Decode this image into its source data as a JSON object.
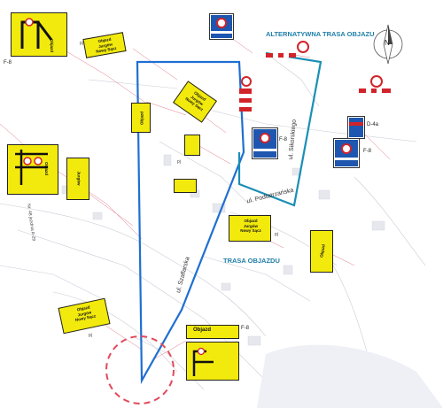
{
  "route_labels": {
    "alternative": "ALTERNATYWNA TRASA OBJAZU",
    "detour": "TRASA OBJAZDU"
  },
  "streets": {
    "podhalanska": "ul. Podtatrzańska",
    "sikorskiego": "ul. Sikorskiego",
    "szaflarska": "ul. Szaflarska"
  },
  "north_label": "N",
  "road_note": "Nr. 48 jezdnia A-29",
  "sign_codes": {
    "f8": "F-8",
    "f8_lower": "F-8",
    "d4a": "D-4a",
    "pj": "pj"
  },
  "detour_sign": {
    "title": "Objazd",
    "line1": "Jurgów",
    "line2": "Nowy Sącz",
    "arrow_text": "Objazd"
  },
  "colors": {
    "detour_route": "#1f6fd1",
    "alt_route": "#1a8fb5",
    "sign_yellow": "#f2ea0c",
    "sign_blue": "#1e56b0",
    "prohibit_red": "#d2232a",
    "label_pink": "#e07a8a"
  }
}
